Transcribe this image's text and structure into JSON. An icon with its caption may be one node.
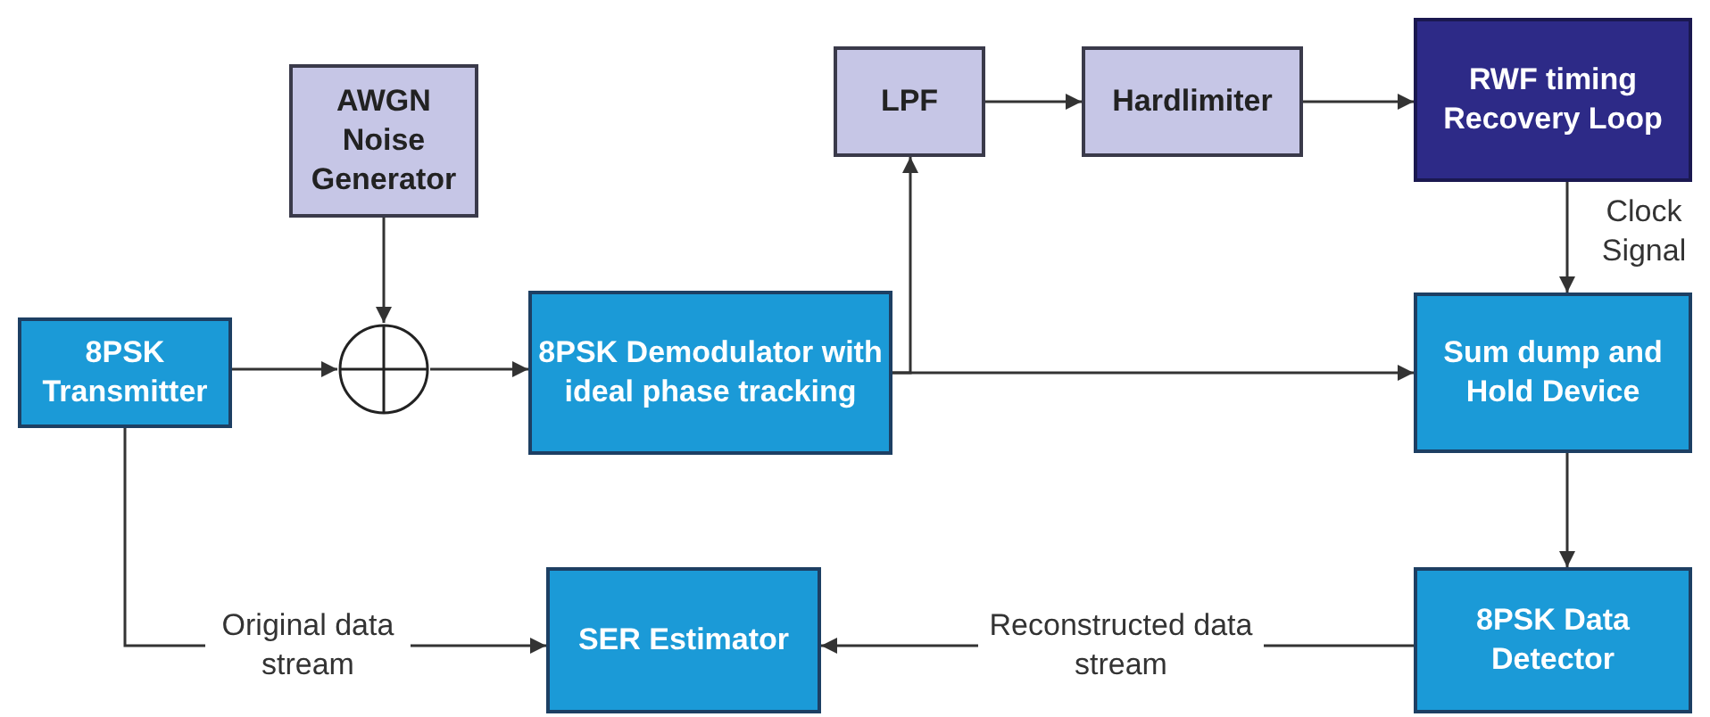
{
  "diagram": {
    "nodes": [
      {
        "text": [
          "AWGN Noise Generator"
        ]
      },
      {
        "text": [
          "LPF"
        ]
      },
      {
        "text": [
          "Hardlimiter"
        ]
      },
      {
        "text": [
          "RWF timing Recovery Loop"
        ]
      },
      {
        "text": [
          "8PSK Transmitter"
        ]
      },
      {
        "text": [],
        "shape": "circle"
      },
      {
        "text": [
          "8PSK Demodulator with ideal phase tracking"
        ]
      },
      {
        "text": [
          "Sum dump and Hold Device"
        ]
      },
      {
        "text": [
          "SER Estimator"
        ]
      },
      {
        "text": [
          "8PSK Data Detector"
        ]
      }
    ],
    "edges": [
      {
        "from": 0,
        "to": 5,
        "arrow": "to"
      },
      {
        "from": 4,
        "to": 5,
        "arrow": "to"
      },
      {
        "from": 5,
        "to": 6,
        "arrow": "to"
      },
      {
        "from": 6,
        "to": 1,
        "arrow": "to"
      },
      {
        "from": 6,
        "to": 7,
        "arrow": "to"
      },
      {
        "from": 1,
        "to": 2,
        "arrow": "to"
      },
      {
        "from": 2,
        "to": 3,
        "arrow": "to"
      },
      {
        "from": 3,
        "to": 7,
        "label": "Clock Signal",
        "arrow": "to"
      },
      {
        "from": 7,
        "to": 9,
        "arrow": "to"
      },
      {
        "from": 9,
        "to": 8,
        "label": "Reconstructed data stream",
        "arrow": "to"
      },
      {
        "from": 4,
        "to": 8,
        "label": "Original data stream",
        "arrow": "to"
      }
    ]
  }
}
